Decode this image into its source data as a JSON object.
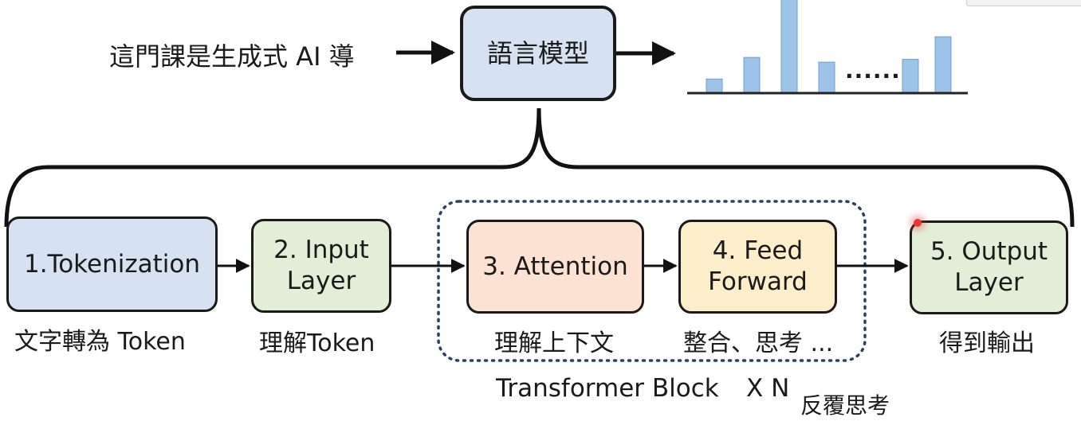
{
  "input_text": "這門課是生成式 AI 導",
  "model_label": "語言模型",
  "output_ellipsis": "......",
  "output_distribution": [
    0.15,
    0.38,
    1.0,
    0.33,
    0.36,
    0.6
  ],
  "steps": [
    {
      "line1": "1.Tokenization",
      "line2": "",
      "caption": "文字轉為 Token"
    },
    {
      "line1": "2. Input",
      "line2": "Layer",
      "caption": "理解Token"
    },
    {
      "line1": "3. Attention",
      "line2": "",
      "caption": "理解上下文"
    },
    {
      "line1": "4. Feed",
      "line2": "Forward",
      "caption": "整合、思考 ..."
    },
    {
      "line1": "5. Output",
      "line2": "Layer",
      "caption": "得到輸出"
    }
  ],
  "transformer_label": "Transformer Block",
  "repeat_label": "X N",
  "repeat_caption": "反覆思考",
  "colors": {
    "blue_fill": "#d6e2f2",
    "green_fill": "#e3eed8",
    "peach_fill": "#fbe2d2",
    "yellow_fill": "#fdeecb",
    "bar_fill": "#9dc3e6",
    "dotted_border": "#2e4060"
  }
}
